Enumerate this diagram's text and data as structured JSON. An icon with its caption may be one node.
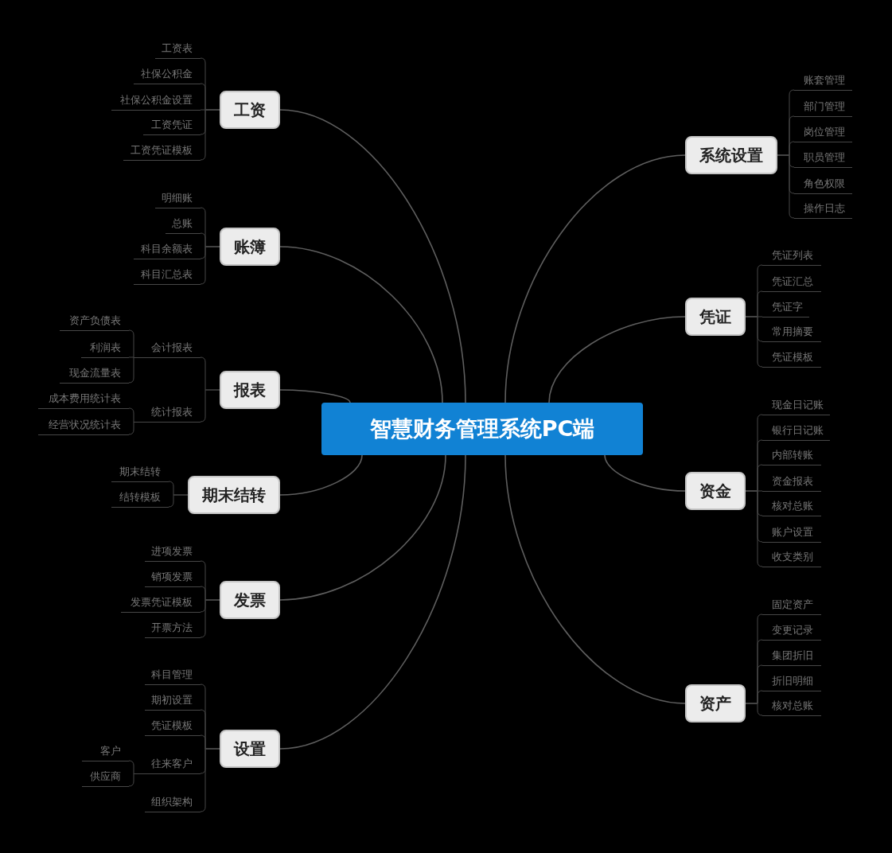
{
  "diagram": {
    "nodes": [
      {
        "text": [
          "智慧财务管理系统PC端"
        ]
      },
      {
        "text": [
          "工资"
        ]
      },
      {
        "text": [
          "工资表"
        ]
      },
      {
        "text": [
          "社保公积金"
        ]
      },
      {
        "text": [
          "社保公积金设置"
        ]
      },
      {
        "text": [
          "工资凭证"
        ]
      },
      {
        "text": [
          "工资凭证模板"
        ]
      },
      {
        "text": [
          "账簿"
        ]
      },
      {
        "text": [
          "明细账"
        ]
      },
      {
        "text": [
          "总账"
        ]
      },
      {
        "text": [
          "科目余额表"
        ]
      },
      {
        "text": [
          "科目汇总表"
        ]
      },
      {
        "text": [
          "报表"
        ]
      },
      {
        "text": [
          "会计报表"
        ]
      },
      {
        "text": [
          "资产负债表"
        ]
      },
      {
        "text": [
          "利润表"
        ]
      },
      {
        "text": [
          "现金流量表"
        ]
      },
      {
        "text": [
          "统计报表"
        ]
      },
      {
        "text": [
          "成本费用统计表"
        ]
      },
      {
        "text": [
          "经营状况统计表"
        ]
      },
      {
        "text": [
          "期末结转"
        ]
      },
      {
        "text": [
          "期末结转"
        ]
      },
      {
        "text": [
          "结转模板"
        ]
      },
      {
        "text": [
          "发票"
        ]
      },
      {
        "text": [
          "进项发票"
        ]
      },
      {
        "text": [
          "销项发票"
        ]
      },
      {
        "text": [
          "发票凭证模板"
        ]
      },
      {
        "text": [
          "开票方法"
        ]
      },
      {
        "text": [
          "设置"
        ]
      },
      {
        "text": [
          "科目管理"
        ]
      },
      {
        "text": [
          "期初设置"
        ]
      },
      {
        "text": [
          "凭证模板"
        ]
      },
      {
        "text": [
          "往来客户"
        ]
      },
      {
        "text": [
          "客户"
        ]
      },
      {
        "text": [
          "供应商"
        ]
      },
      {
        "text": [
          "组织架构"
        ]
      },
      {
        "text": [
          "系统设置"
        ]
      },
      {
        "text": [
          "账套管理"
        ]
      },
      {
        "text": [
          "部门管理"
        ]
      },
      {
        "text": [
          "岗位管理"
        ]
      },
      {
        "text": [
          "职员管理"
        ]
      },
      {
        "text": [
          "角色权限"
        ]
      },
      {
        "text": [
          "操作日志"
        ]
      },
      {
        "text": [
          "凭证"
        ]
      },
      {
        "text": [
          "凭证列表"
        ]
      },
      {
        "text": [
          "凭证汇总"
        ]
      },
      {
        "text": [
          "凭证字"
        ]
      },
      {
        "text": [
          "常用摘要"
        ]
      },
      {
        "text": [
          "凭证模板"
        ]
      },
      {
        "text": [
          "资金"
        ]
      },
      {
        "text": [
          "现金日记账"
        ]
      },
      {
        "text": [
          "银行日记账"
        ]
      },
      {
        "text": [
          "内部转账"
        ]
      },
      {
        "text": [
          "资金报表"
        ]
      },
      {
        "text": [
          "核对总账"
        ]
      },
      {
        "text": [
          "账户设置"
        ]
      },
      {
        "text": [
          "收支类别"
        ]
      },
      {
        "text": [
          "资产"
        ]
      },
      {
        "text": [
          "固定资产"
        ]
      },
      {
        "text": [
          "变更记录"
        ]
      },
      {
        "text": [
          "集团折旧"
        ]
      },
      {
        "text": [
          "折旧明细"
        ]
      },
      {
        "text": [
          "核对总账"
        ]
      }
    ],
    "edges": [
      {
        "from": 0,
        "to": 1,
        "arrow": "none"
      },
      {
        "from": 1,
        "to": 2,
        "arrow": "none"
      },
      {
        "from": 1,
        "to": 3,
        "arrow": "none"
      },
      {
        "from": 1,
        "to": 4,
        "arrow": "none"
      },
      {
        "from": 1,
        "to": 5,
        "arrow": "none"
      },
      {
        "from": 1,
        "to": 6,
        "arrow": "none"
      },
      {
        "from": 0,
        "to": 7,
        "arrow": "none"
      },
      {
        "from": 7,
        "to": 8,
        "arrow": "none"
      },
      {
        "from": 7,
        "to": 9,
        "arrow": "none"
      },
      {
        "from": 7,
        "to": 10,
        "arrow": "none"
      },
      {
        "from": 7,
        "to": 11,
        "arrow": "none"
      },
      {
        "from": 0,
        "to": 12,
        "arrow": "none"
      },
      {
        "from": 12,
        "to": 13,
        "arrow": "none"
      },
      {
        "from": 13,
        "to": 14,
        "arrow": "none"
      },
      {
        "from": 13,
        "to": 15,
        "arrow": "none"
      },
      {
        "from": 13,
        "to": 16,
        "arrow": "none"
      },
      {
        "from": 12,
        "to": 17,
        "arrow": "none"
      },
      {
        "from": 17,
        "to": 18,
        "arrow": "none"
      },
      {
        "from": 17,
        "to": 19,
        "arrow": "none"
      },
      {
        "from": 0,
        "to": 20,
        "arrow": "none"
      },
      {
        "from": 20,
        "to": 21,
        "arrow": "none"
      },
      {
        "from": 20,
        "to": 22,
        "arrow": "none"
      },
      {
        "from": 0,
        "to": 23,
        "arrow": "none"
      },
      {
        "from": 23,
        "to": 24,
        "arrow": "none"
      },
      {
        "from": 23,
        "to": 25,
        "arrow": "none"
      },
      {
        "from": 23,
        "to": 26,
        "arrow": "none"
      },
      {
        "from": 23,
        "to": 27,
        "arrow": "none"
      },
      {
        "from": 0,
        "to": 28,
        "arrow": "none"
      },
      {
        "from": 28,
        "to": 29,
        "arrow": "none"
      },
      {
        "from": 28,
        "to": 30,
        "arrow": "none"
      },
      {
        "from": 28,
        "to": 31,
        "arrow": "none"
      },
      {
        "from": 28,
        "to": 32,
        "arrow": "none"
      },
      {
        "from": 32,
        "to": 33,
        "arrow": "none"
      },
      {
        "from": 32,
        "to": 34,
        "arrow": "none"
      },
      {
        "from": 28,
        "to": 35,
        "arrow": "none"
      },
      {
        "from": 0,
        "to": 36,
        "arrow": "none"
      },
      {
        "from": 36,
        "to": 37,
        "arrow": "none"
      },
      {
        "from": 36,
        "to": 38,
        "arrow": "none"
      },
      {
        "from": 36,
        "to": 39,
        "arrow": "none"
      },
      {
        "from": 36,
        "to": 40,
        "arrow": "none"
      },
      {
        "from": 36,
        "to": 41,
        "arrow": "none"
      },
      {
        "from": 36,
        "to": 42,
        "arrow": "none"
      },
      {
        "from": 0,
        "to": 43,
        "arrow": "none"
      },
      {
        "from": 43,
        "to": 44,
        "arrow": "none"
      },
      {
        "from": 43,
        "to": 45,
        "arrow": "none"
      },
      {
        "from": 43,
        "to": 46,
        "arrow": "none"
      },
      {
        "from": 43,
        "to": 47,
        "arrow": "none"
      },
      {
        "from": 43,
        "to": 48,
        "arrow": "none"
      },
      {
        "from": 0,
        "to": 49,
        "arrow": "none"
      },
      {
        "from": 49,
        "to": 50,
        "arrow": "none"
      },
      {
        "from": 49,
        "to": 51,
        "arrow": "none"
      },
      {
        "from": 49,
        "to": 52,
        "arrow": "none"
      },
      {
        "from": 49,
        "to": 53,
        "arrow": "none"
      },
      {
        "from": 49,
        "to": 54,
        "arrow": "none"
      },
      {
        "from": 49,
        "to": 55,
        "arrow": "none"
      },
      {
        "from": 49,
        "to": 56,
        "arrow": "none"
      },
      {
        "from": 0,
        "to": 57,
        "arrow": "none"
      },
      {
        "from": 57,
        "to": 58,
        "arrow": "none"
      },
      {
        "from": 57,
        "to": 59,
        "arrow": "none"
      },
      {
        "from": 57,
        "to": 60,
        "arrow": "none"
      },
      {
        "from": 57,
        "to": 61,
        "arrow": "none"
      },
      {
        "from": 57,
        "to": 62,
        "arrow": "none"
      }
    ]
  }
}
